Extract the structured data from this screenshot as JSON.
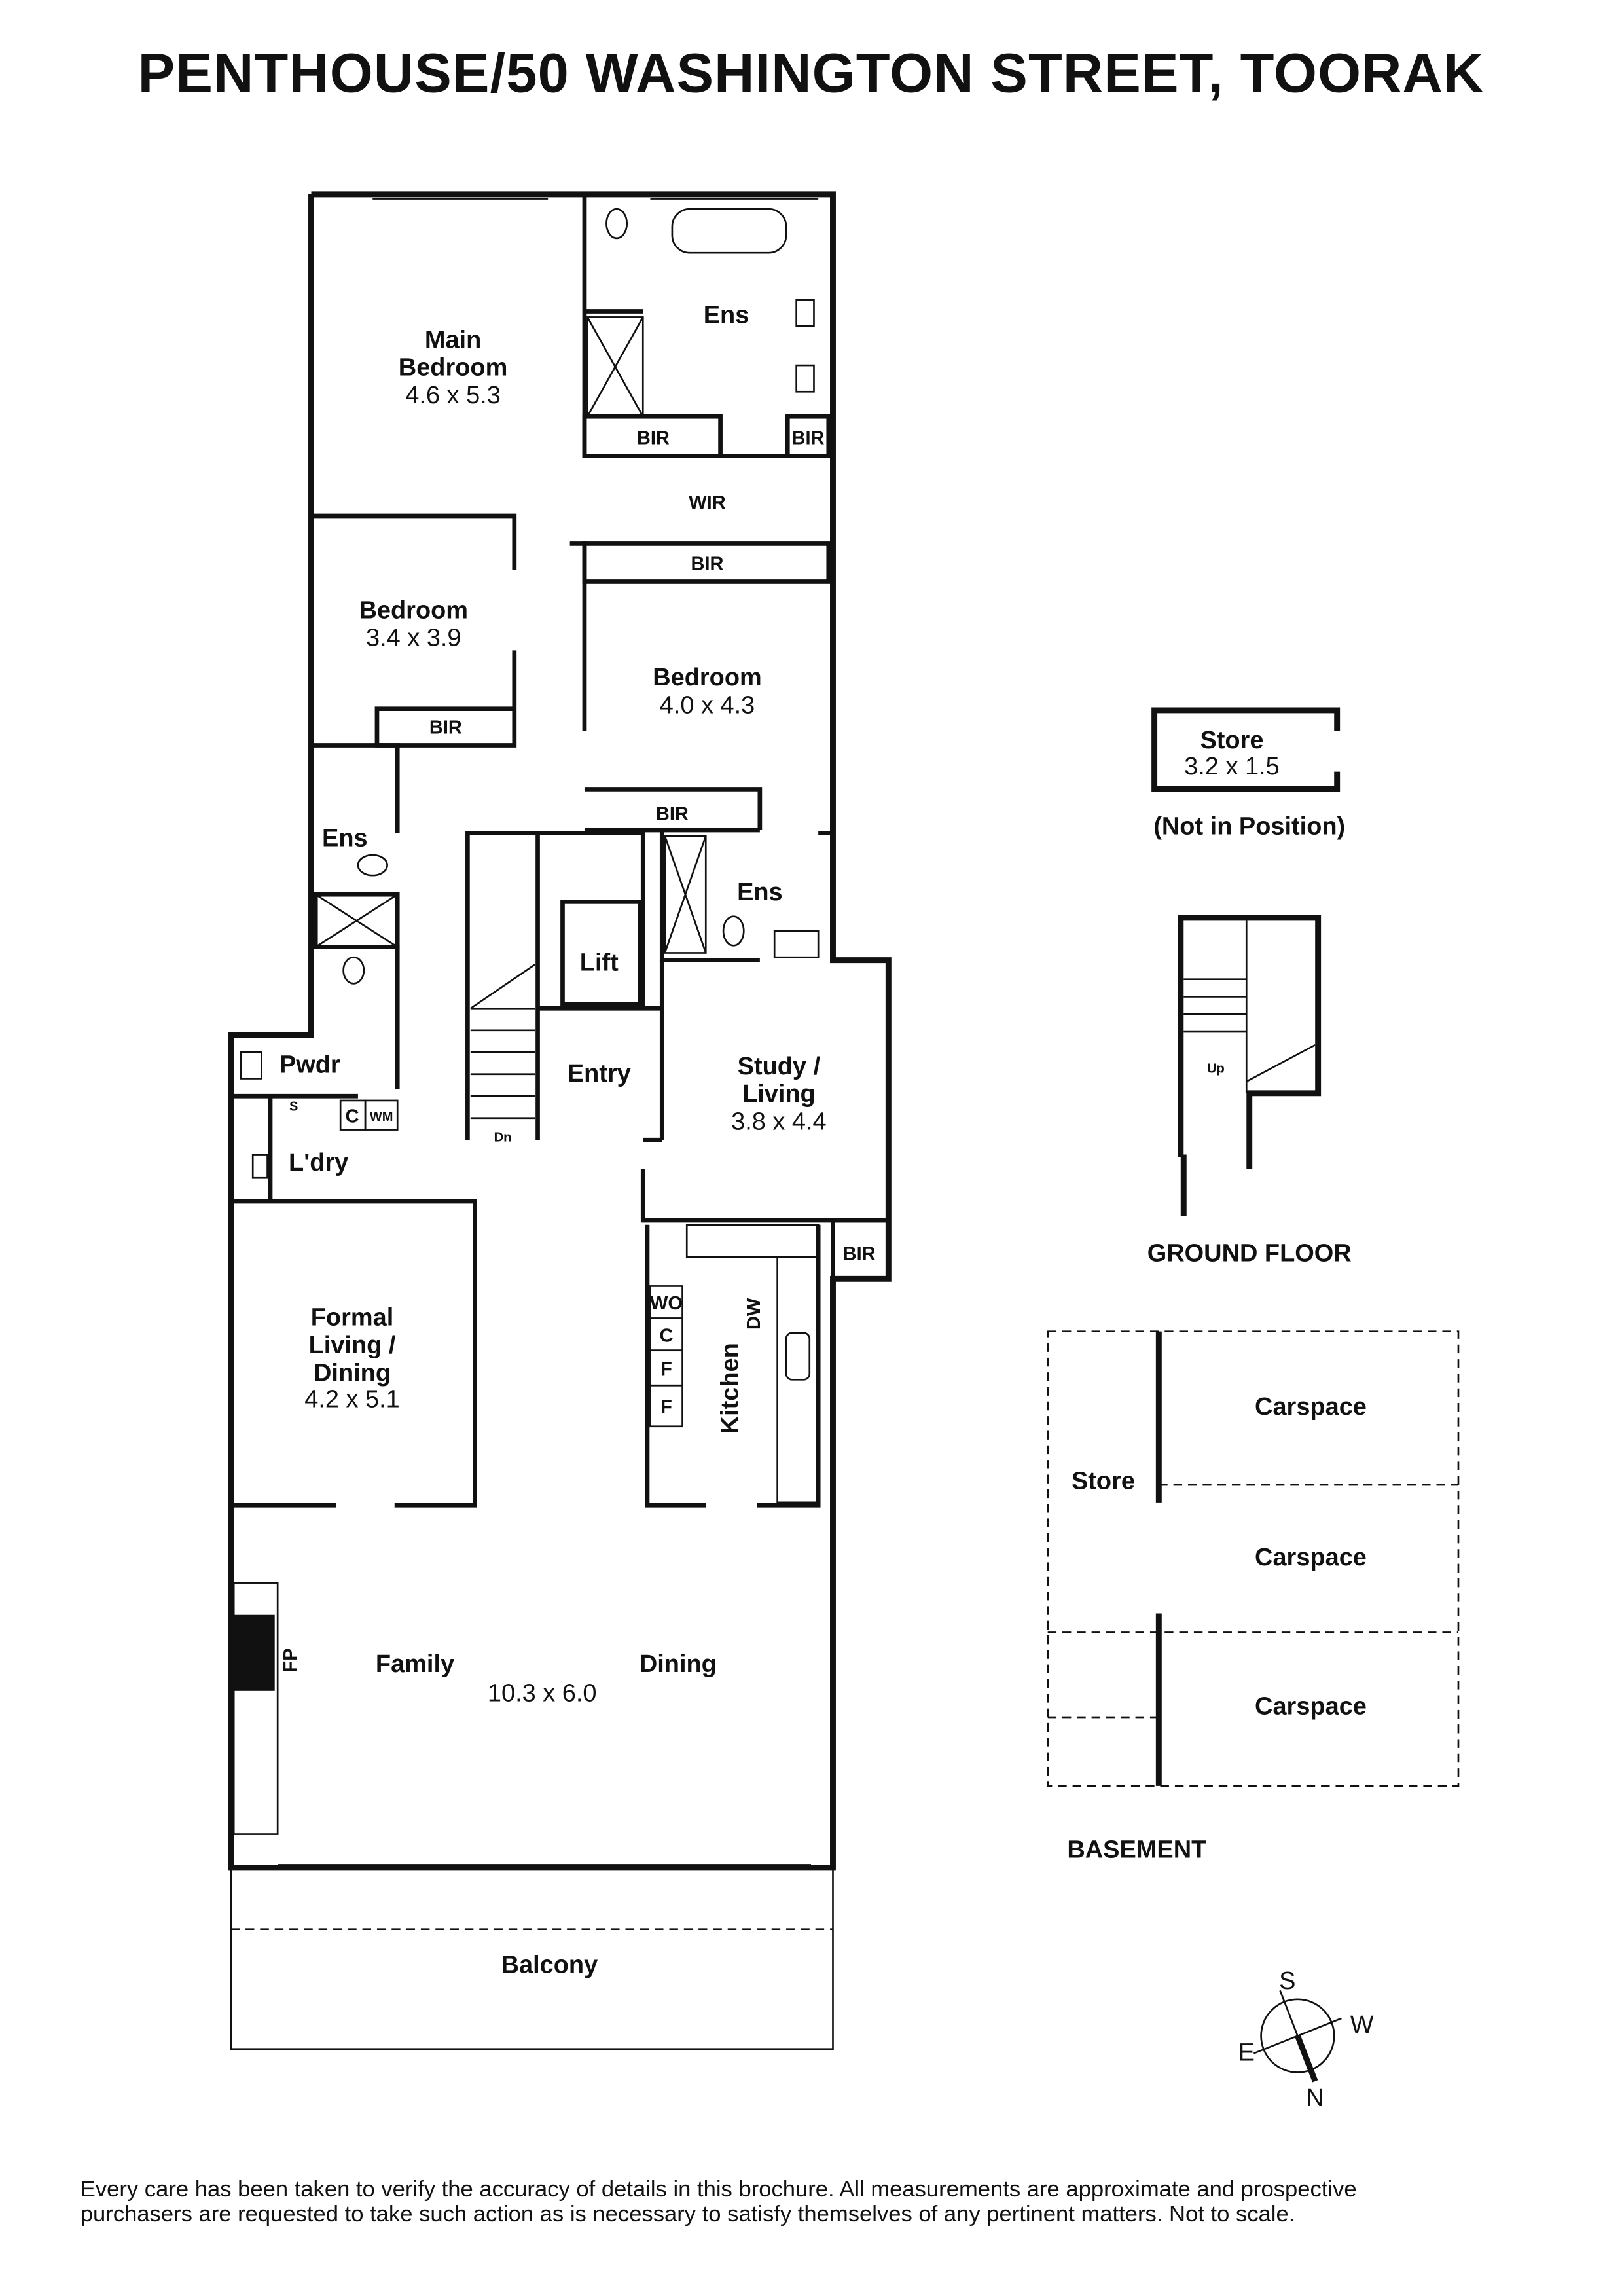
{
  "title": "PENTHOUSE/50 WASHINGTON STREET, TOORAK",
  "rooms": {
    "main_bedroom": {
      "name1": "Main",
      "name2": "Bedroom",
      "dim": "4.6 x 5.3"
    },
    "ens_main": "Ens",
    "bir1": "BIR",
    "bir2": "BIR",
    "wir": "WIR",
    "bir3": "BIR",
    "bedroom2": {
      "name": "Bedroom",
      "dim": "3.4 x 3.9"
    },
    "bir4": "BIR",
    "bedroom3": {
      "name": "Bedroom",
      "dim": "4.0 x 4.3"
    },
    "bir5": "BIR",
    "ens2": "Ens",
    "ens3": "Ens",
    "lift": "Lift",
    "entry": "Entry",
    "study": {
      "name1": "Study /",
      "name2": "Living",
      "dim": "3.8 x 4.4"
    },
    "pwdr": "Pwdr",
    "ldry": "L'dry",
    "c": "C",
    "wm": "WM",
    "s": "S",
    "dn": "Dn",
    "bir6": "BIR",
    "formal": {
      "name1": "Formal",
      "name2": "Living /",
      "name3": "Dining",
      "dim": "4.2 x 5.1"
    },
    "kitchen": "Kitchen",
    "wo": "WO",
    "kc": "C",
    "f1": "F",
    "f2": "F",
    "dw": "DW",
    "family": "Family",
    "dining": "Dining",
    "family_dim": "10.3 x 6.0",
    "fp": "FP",
    "balcony": "Balcony"
  },
  "ground_floor": {
    "store": {
      "name": "Store",
      "dim": "3.2 x 1.5"
    },
    "note": "(Not in Position)",
    "up": "Up",
    "label": "GROUND FLOOR"
  },
  "basement": {
    "store": "Store",
    "carspaces": [
      "Carspace",
      "Carspace",
      "Carspace"
    ],
    "label": "BASEMENT"
  },
  "compass": {
    "s": "S",
    "w": "W",
    "e": "E",
    "n": "N"
  },
  "disclaimer": [
    "Every care has been taken to verify the accuracy of details in this brochure. All measurements are approximate and prospective",
    "purchasers are requested to take such action as is necessary to satisfy themselves of any pertinent matters. Not to scale."
  ]
}
